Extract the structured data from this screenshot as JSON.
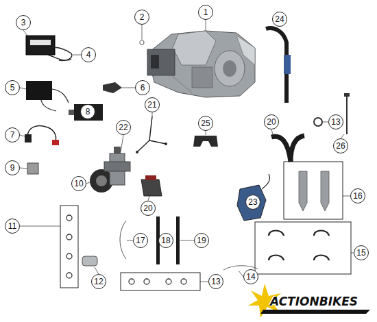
{
  "diagram": {
    "nodes": [
      {
        "text": [
          "1"
        ]
      },
      {
        "text": [
          "2"
        ]
      },
      {
        "text": [
          "24"
        ]
      },
      {
        "text": [
          "3"
        ]
      },
      {
        "text": [
          "4"
        ]
      },
      {
        "text": [
          "5"
        ]
      },
      {
        "text": [
          "6"
        ]
      },
      {
        "text": [
          "21"
        ]
      },
      {
        "text": [
          "8"
        ]
      },
      {
        "text": [
          "20"
        ]
      },
      {
        "text": [
          "13"
        ]
      },
      {
        "text": [
          "25"
        ]
      },
      {
        "text": [
          "22"
        ]
      },
      {
        "text": [
          "7"
        ]
      },
      {
        "text": [
          "26"
        ]
      },
      {
        "text": [
          "9"
        ]
      },
      {
        "text": [
          "10"
        ]
      },
      {
        "text": [
          "16"
        ]
      },
      {
        "text": [
          "23"
        ]
      },
      {
        "text": [
          "20"
        ]
      },
      {
        "text": [
          "11"
        ]
      },
      {
        "text": [
          "17"
        ]
      },
      {
        "text": [
          "18"
        ]
      },
      {
        "text": [
          "19"
        ]
      },
      {
        "text": [
          "15"
        ]
      },
      {
        "text": [
          "14"
        ]
      },
      {
        "text": [
          "12"
        ]
      },
      {
        "text": [
          "13"
        ]
      }
    ],
    "labels": [
      "ACTIONBIKES"
    ]
  }
}
